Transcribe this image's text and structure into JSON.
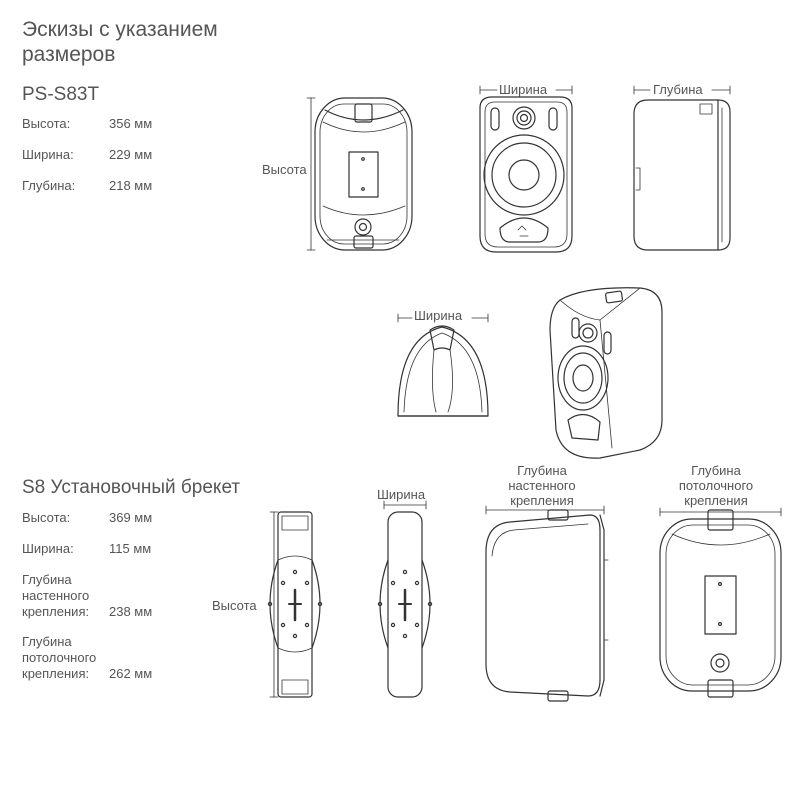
{
  "title": {
    "line1": "Эскизы с указанием",
    "line2": "размеров"
  },
  "product1": {
    "name": "PS-S83T",
    "specs": [
      {
        "label": "Высота:",
        "value": "356 мм"
      },
      {
        "label": "Ширина:",
        "value": "229 мм"
      },
      {
        "label": "Глубина:",
        "value": "218 мм"
      }
    ]
  },
  "product2": {
    "name": "S8 Установочный брекет",
    "specs": [
      {
        "label": "Высота:",
        "value": "369 мм"
      },
      {
        "label": "Ширина:",
        "value": "115 мм"
      },
      {
        "label": "Глубина настенного крепления:",
        "lines": [
          "Глубина",
          "настенного",
          "крепления:"
        ],
        "value": "238 мм"
      },
      {
        "label": "Глубина потолочного крепления:",
        "lines": [
          "Глубина",
          "потолочного",
          "крепления:"
        ],
        "value": "262 мм"
      }
    ]
  },
  "dims": {
    "height": "Высота",
    "width": "Ширина",
    "depth": "Глубина",
    "wall_depth": [
      "Глубина",
      "настенного",
      "крепления"
    ],
    "ceiling_depth": [
      "Глубина",
      "потолочного",
      "крепления"
    ]
  }
}
